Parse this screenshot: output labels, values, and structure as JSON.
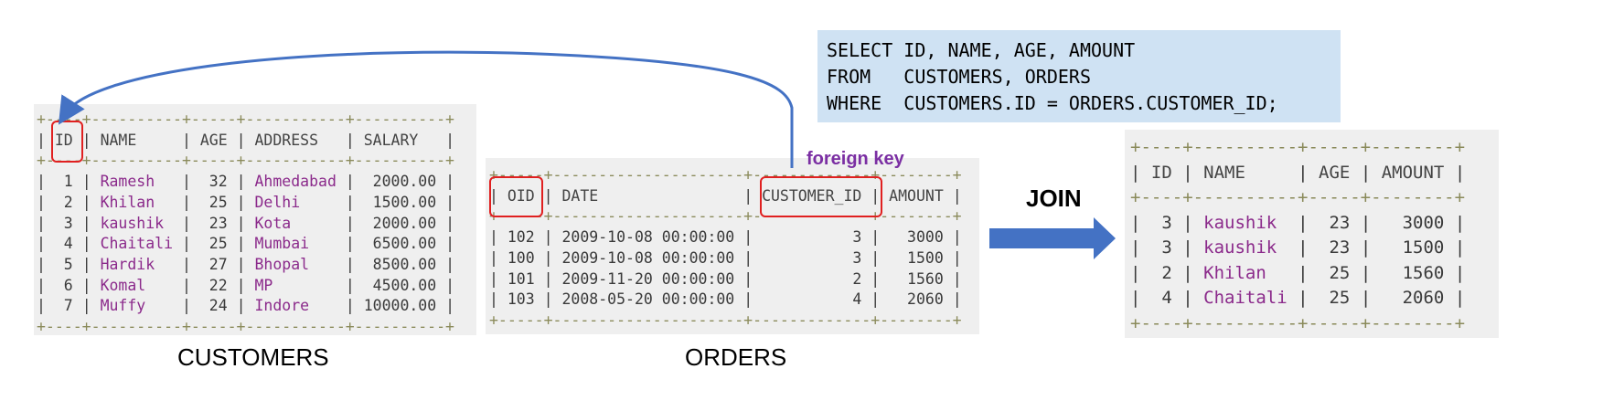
{
  "sql": {
    "lines": [
      "SELECT ID, NAME, AGE, AMOUNT",
      "FROM   CUSTOMERS, ORDERS",
      "WHERE  CUSTOMERS.ID = ORDERS.CUSTOMER_ID;"
    ]
  },
  "customers": {
    "caption": "CUSTOMERS",
    "columns": [
      "ID",
      "NAME",
      "AGE",
      "ADDRESS",
      "SALARY"
    ],
    "rows": [
      [
        "1",
        "Ramesh",
        "32",
        "Ahmedabad",
        "2000.00"
      ],
      [
        "2",
        "Khilan",
        "25",
        "Delhi",
        "1500.00"
      ],
      [
        "3",
        "kaushik",
        "23",
        "Kota",
        "2000.00"
      ],
      [
        "4",
        "Chaitali",
        "25",
        "Mumbai",
        "6500.00"
      ],
      [
        "5",
        "Hardik",
        "27",
        "Bhopal",
        "8500.00"
      ],
      [
        "6",
        "Komal",
        "22",
        "MP",
        "4500.00"
      ],
      [
        "7",
        "Muffy",
        "24",
        "Indore",
        "10000.00"
      ]
    ]
  },
  "orders": {
    "caption": "ORDERS",
    "foreign_key_label": "foreign key",
    "columns": [
      "OID",
      "DATE",
      "CUSTOMER_ID",
      "AMOUNT"
    ],
    "rows": [
      [
        "102",
        "2009-10-08 00:00:00",
        "3",
        "3000"
      ],
      [
        "100",
        "2009-10-08 00:00:00",
        "3",
        "1500"
      ],
      [
        "101",
        "2009-11-20 00:00:00",
        "2",
        "1560"
      ],
      [
        "103",
        "2008-05-20 00:00:00",
        "4",
        "2060"
      ]
    ]
  },
  "join_label": "JOIN",
  "result": {
    "columns": [
      "ID",
      "NAME",
      "AGE",
      "AMOUNT"
    ],
    "rows": [
      [
        "3",
        "kaushik",
        "23",
        "3000"
      ],
      [
        "3",
        "kaushik",
        "23",
        "1500"
      ],
      [
        "2",
        "Khilan",
        "25",
        "1560"
      ],
      [
        "4",
        "Chaitali",
        "25",
        "2060"
      ]
    ]
  },
  "colors": {
    "arrow": "#4472c4",
    "highlight": "#e02020",
    "fk_label": "#7b2fa3",
    "sql_bg": "#cfe2f3",
    "string_values": "#8b2a8b"
  }
}
